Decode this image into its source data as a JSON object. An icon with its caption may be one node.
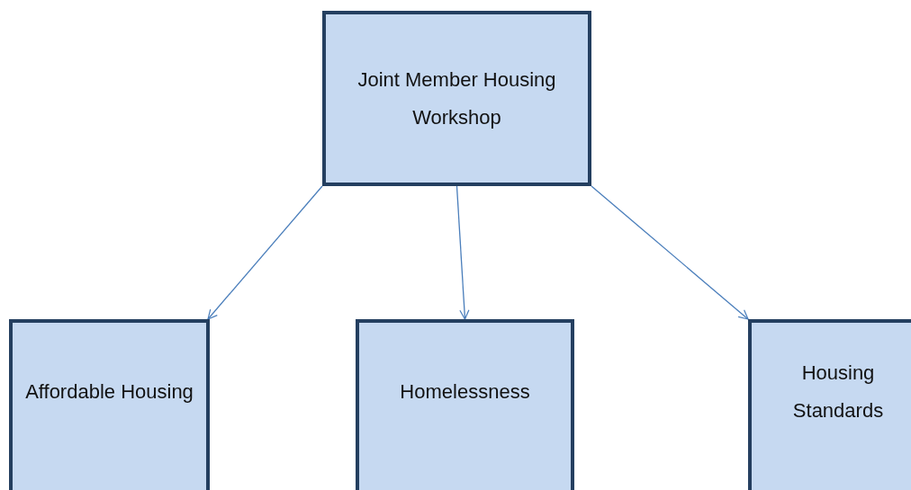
{
  "diagram": {
    "nodes": [
      {
        "text": [
          "Joint Member Housing Workshop"
        ]
      },
      {
        "text": [
          "Affordable Housing"
        ]
      },
      {
        "text": [
          "Homelessness"
        ]
      },
      {
        "text": [
          "Housing Standards"
        ]
      }
    ],
    "edges": [
      {
        "from": 0,
        "to": 1,
        "arrow": "to"
      },
      {
        "from": 0,
        "to": 2,
        "arrow": "to"
      },
      {
        "from": 0,
        "to": 3,
        "arrow": "to"
      }
    ]
  }
}
